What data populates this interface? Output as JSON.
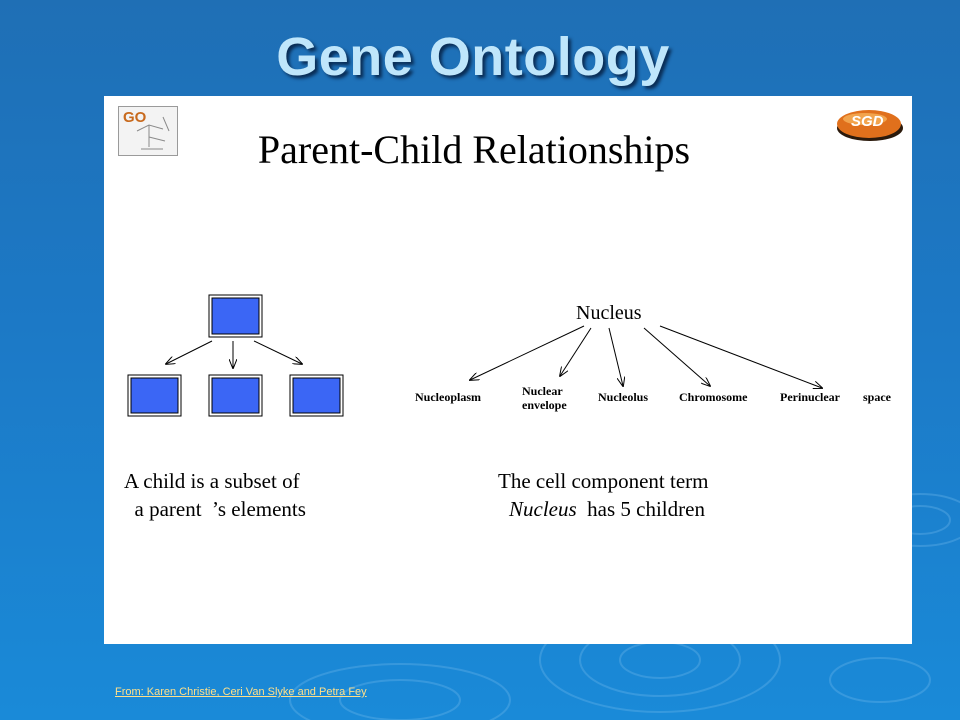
{
  "title": "Gene Ontology",
  "slide": {
    "heading": "Parent-Child Relationships",
    "logos": {
      "go": "GO",
      "sgd": "SGD"
    },
    "root_term": "Nucleus",
    "children": [
      {
        "label": "Nucleoplasm"
      },
      {
        "label": "Nuclear\nenvelope"
      },
      {
        "label": "Nucleolus"
      },
      {
        "label": "Chromosome"
      },
      {
        "label": "Perinuclear"
      },
      {
        "label": "space"
      }
    ],
    "caption_left_line1": "A child is a subset of",
    "caption_left_line2": "  a parent  ’s elements",
    "caption_right_line1": "The cell component term",
    "caption_right_word": "Nucleus",
    "caption_right_rest": "  has 5 children"
  },
  "source": "From: Karen Christie, Ceri Van Slyke and Petra Fey",
  "colors": {
    "box_fill": "#3b66f5",
    "panel": "#ffffff",
    "title": "#bfe6fb",
    "link": "#ffe08a"
  }
}
